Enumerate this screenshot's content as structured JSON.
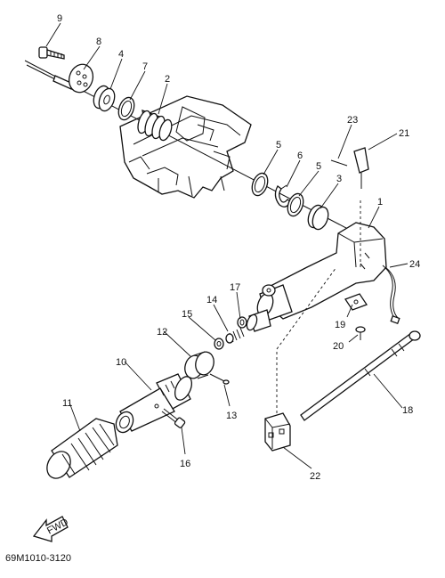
{
  "diagram": {
    "code": "69M1010-3120",
    "fwd_label": "FWD",
    "callouts": {
      "c1": "1",
      "c2": "2",
      "c3": "3",
      "c4": "4",
      "c5a": "5",
      "c5b": "5",
      "c6": "6",
      "c7": "7",
      "c8": "8",
      "c9": "9",
      "c10": "10",
      "c11": "11",
      "c12": "12",
      "c13": "13",
      "c14": "14",
      "c15": "15",
      "c16": "16",
      "c17": "17",
      "c18": "18",
      "c19": "19",
      "c20": "20",
      "c21": "21",
      "c22": "22",
      "c23": "23",
      "c24": "24"
    }
  }
}
